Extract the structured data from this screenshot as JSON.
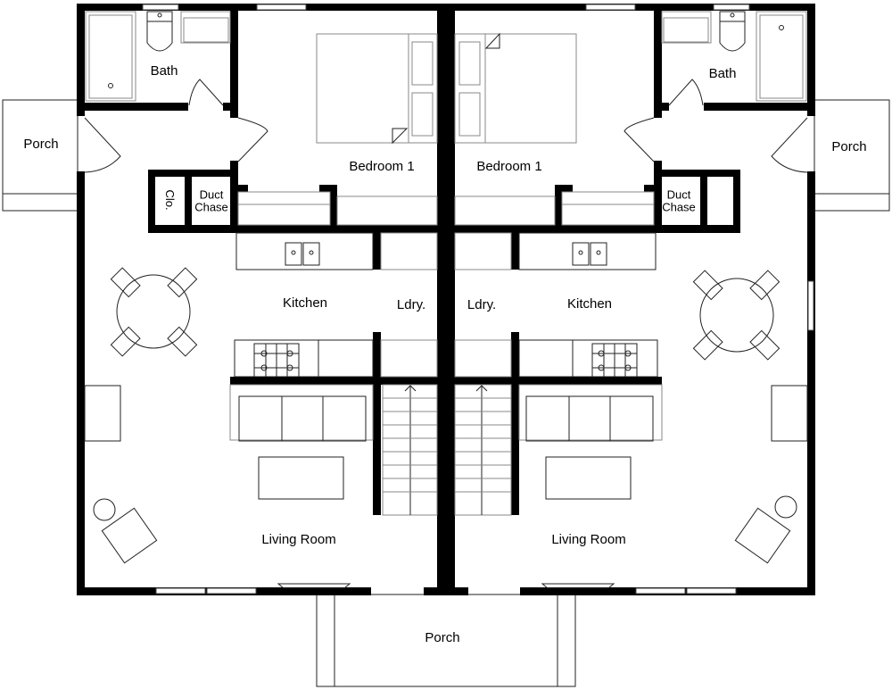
{
  "plan": {
    "type": "duplex floor plan",
    "units": [
      {
        "side": "left",
        "rooms": {
          "bath": "Bath",
          "porch": "Porch",
          "bedroom": "Bedroom 1",
          "closet": "Clo.",
          "duct": "Duct Chase",
          "kitchen": "Kitchen",
          "laundry": "Ldry.",
          "living": "Living Room"
        }
      },
      {
        "side": "right",
        "rooms": {
          "bath": "Bath",
          "porch": "Porch",
          "bedroom": "Bedroom 1",
          "duct": "Duct Chase",
          "kitchen": "Kitchen",
          "laundry": "Ldry.",
          "living": "Living Room"
        }
      }
    ],
    "shared": {
      "front_porch": "Porch"
    },
    "colors": {
      "wall": "#000000",
      "fixture_line": "#222222",
      "background": "#ffffff"
    }
  }
}
